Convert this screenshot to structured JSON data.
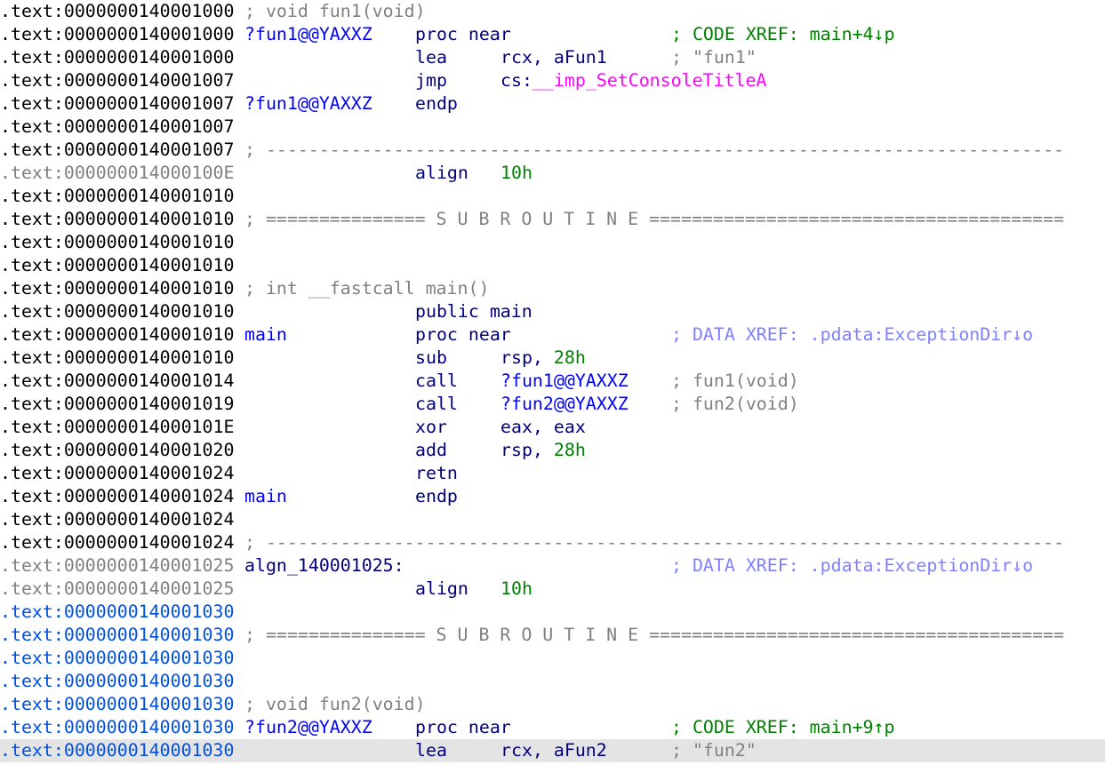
{
  "lines": [
    {
      "addr": ".text:0000000140001000",
      "as": "normal",
      "note": "; void fun1(void)"
    },
    {
      "addr": ".text:0000000140001000",
      "as": "normal",
      "label": "?fun1@@YAXXZ",
      "lk": "label",
      "mnem": "proc near",
      "cmt": "; CODE XREF: main+4↓p",
      "ck": "code-xref"
    },
    {
      "addr": ".text:0000000140001000",
      "as": "normal",
      "mnem": "lea",
      "ops": [
        {
          "t": "rcx, aFun1",
          "k": "reg"
        }
      ],
      "cmt": "; \"fun1\"",
      "ck": "str"
    },
    {
      "addr": ".text:0000000140001007",
      "as": "normal",
      "mnem": "jmp",
      "ops": [
        {
          "t": "cs:",
          "k": "reg"
        },
        {
          "t": "__imp_SetConsoleTitleA",
          "k": "import"
        }
      ]
    },
    {
      "addr": ".text:0000000140001007",
      "as": "normal",
      "label": "?fun1@@YAXXZ",
      "lk": "label",
      "mnem": "endp"
    },
    {
      "addr": ".text:0000000140001007",
      "as": "normal"
    },
    {
      "addr": ".text:0000000140001007",
      "as": "normal",
      "note": "; ---------------------------------------------------------------------------"
    },
    {
      "addr": ".text:000000014000100E",
      "as": "gray",
      "mnem": "align",
      "ops": [
        {
          "t": "10h",
          "k": "num"
        }
      ]
    },
    {
      "addr": ".text:0000000140001010",
      "as": "normal"
    },
    {
      "addr": ".text:0000000140001010",
      "as": "normal",
      "note": "; =============== S U B R O U T I N E ======================================="
    },
    {
      "addr": ".text:0000000140001010",
      "as": "normal"
    },
    {
      "addr": ".text:0000000140001010",
      "as": "normal"
    },
    {
      "addr": ".text:0000000140001010",
      "as": "normal",
      "note": "; int __fastcall main()"
    },
    {
      "addr": ".text:0000000140001010",
      "as": "normal",
      "mnem": "public main"
    },
    {
      "addr": ".text:0000000140001010",
      "as": "normal",
      "label": "main",
      "lk": "label",
      "mnem": "proc near",
      "cmt": "; DATA XREF: .pdata:ExceptionDir↓o",
      "ck": "data-xref"
    },
    {
      "addr": ".text:0000000140001010",
      "as": "normal",
      "mnem": "sub",
      "ops": [
        {
          "t": "rsp, ",
          "k": "reg"
        },
        {
          "t": "28h",
          "k": "num"
        }
      ]
    },
    {
      "addr": ".text:0000000140001014",
      "as": "normal",
      "mnem": "call",
      "ops": [
        {
          "t": "?fun1@@YAXXZ",
          "k": "ref"
        }
      ],
      "cmt": "; fun1(void)",
      "ck": "comment"
    },
    {
      "addr": ".text:0000000140001019",
      "as": "normal",
      "mnem": "call",
      "ops": [
        {
          "t": "?fun2@@YAXXZ",
          "k": "ref"
        }
      ],
      "cmt": "; fun2(void)",
      "ck": "comment"
    },
    {
      "addr": ".text:000000014000101E",
      "as": "normal",
      "mnem": "xor",
      "ops": [
        {
          "t": "eax, eax",
          "k": "reg"
        }
      ]
    },
    {
      "addr": ".text:0000000140001020",
      "as": "normal",
      "mnem": "add",
      "ops": [
        {
          "t": "rsp, ",
          "k": "reg"
        },
        {
          "t": "28h",
          "k": "num"
        }
      ]
    },
    {
      "addr": ".text:0000000140001024",
      "as": "normal",
      "mnem": "retn"
    },
    {
      "addr": ".text:0000000140001024",
      "as": "normal",
      "label": "main",
      "lk": "label",
      "mnem": "endp"
    },
    {
      "addr": ".text:0000000140001024",
      "as": "normal"
    },
    {
      "addr": ".text:0000000140001024",
      "as": "normal",
      "note": "; ---------------------------------------------------------------------------"
    },
    {
      "addr": ".text:0000000140001025",
      "as": "gray",
      "label": "algn_140001025:",
      "lk": "loc",
      "cmt": "; DATA XREF: .pdata:ExceptionDir↓o",
      "ck": "data-xref"
    },
    {
      "addr": ".text:0000000140001025",
      "as": "gray",
      "mnem": "align",
      "ops": [
        {
          "t": "10h",
          "k": "num"
        }
      ]
    },
    {
      "addr": ".text:0000000140001030",
      "as": "blue"
    },
    {
      "addr": ".text:0000000140001030",
      "as": "blue",
      "note": "; =============== S U B R O U T I N E ======================================="
    },
    {
      "addr": ".text:0000000140001030",
      "as": "blue"
    },
    {
      "addr": ".text:0000000140001030",
      "as": "blue"
    },
    {
      "addr": ".text:0000000140001030",
      "as": "blue",
      "note": "; void fun2(void)"
    },
    {
      "addr": ".text:0000000140001030",
      "as": "blue",
      "label": "?fun2@@YAXXZ",
      "lk": "label",
      "mnem": "proc near",
      "cmt": "; CODE XREF: main+9↑p",
      "ck": "code-xref"
    },
    {
      "addr": ".text:0000000140001030",
      "as": "blue",
      "mnem": "lea",
      "ops": [
        {
          "t": "rcx, aFun2",
          "k": "reg"
        }
      ],
      "cmt": "; \"fun2\"",
      "ck": "str",
      "hl": true
    }
  ]
}
